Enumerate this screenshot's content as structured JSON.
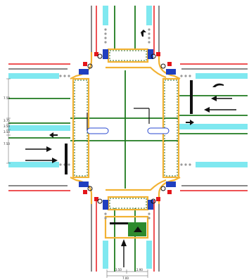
{
  "diagram": {
    "kind": "traffic-signal-intersection-plan",
    "approaches": [
      "north",
      "south",
      "east",
      "west"
    ]
  },
  "dimensions": {
    "west_lane_widths": [
      "7.50",
      "3.75",
      "3.50",
      "3.50",
      "7.50"
    ],
    "south_bottom_widths": [
      "3.50",
      "2.90",
      "7.00"
    ]
  },
  "colors": {
    "kerb": "#f2b233",
    "median_fill": "#7fe8f0",
    "stop_line_red": "#e8191c",
    "lane_green": "#1e7a1e",
    "signal_blue": "#1f3fbf",
    "signal_red": "#e4151a",
    "green_sign": "#2d8a2d"
  }
}
